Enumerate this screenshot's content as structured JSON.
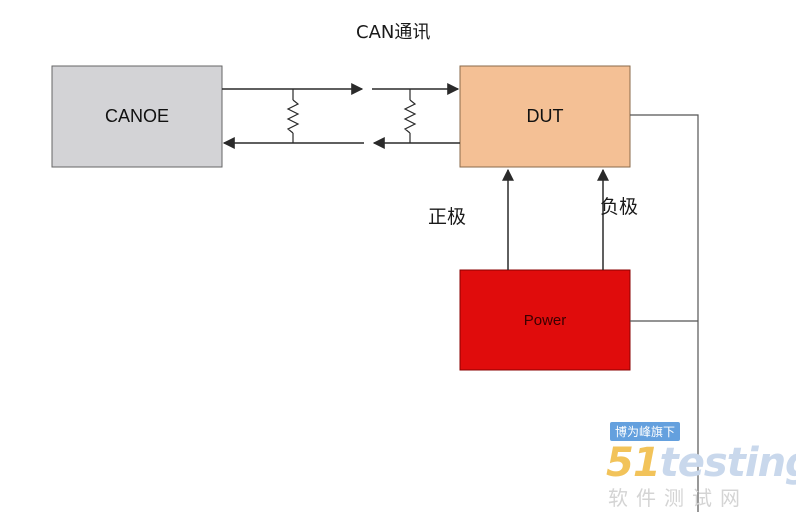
{
  "title": "CAN通讯",
  "nodes": {
    "canoe": {
      "label": "CANOE",
      "fill": "#d3d3d6"
    },
    "dut": {
      "label": "DUT",
      "fill": "#f4c095"
    },
    "power": {
      "label": "Power",
      "fill": "#e00c0c"
    }
  },
  "edge_labels": {
    "positive": "正极",
    "negative": "负极"
  },
  "watermark": {
    "badge": "博为峰旗下",
    "logo_num": "51",
    "logo_text": "testing",
    "subtitle": "软件测试网"
  },
  "colors": {
    "line": "#2a2a2a",
    "ground": "#555555"
  }
}
